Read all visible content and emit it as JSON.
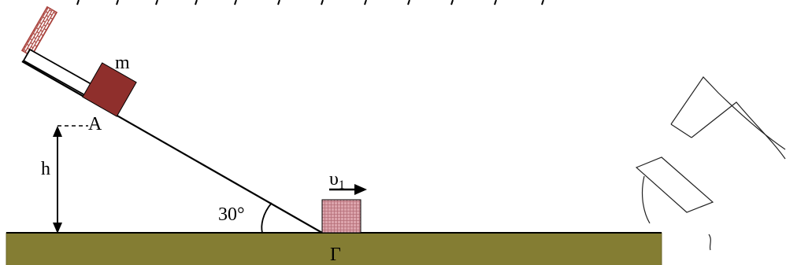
{
  "diagram": {
    "labels": {
      "mass": "m",
      "point_a": "A",
      "height": "h",
      "angle": "30°",
      "velocity_symbol": "υ",
      "velocity_subscript": "1",
      "point_gamma": "Γ"
    },
    "colors": {
      "ground_fill": "#847d33",
      "ground_edge": "#6b6628",
      "block_m": "#8f2f2c",
      "block_small": "#dca4ac",
      "block_small_grid": "#b46e78",
      "wall_hatch": "#a8403a",
      "outline": "#000000"
    },
    "icons": {
      "watermark": "number-17-outline-watermark",
      "wall": "brick-wall-icon"
    }
  }
}
